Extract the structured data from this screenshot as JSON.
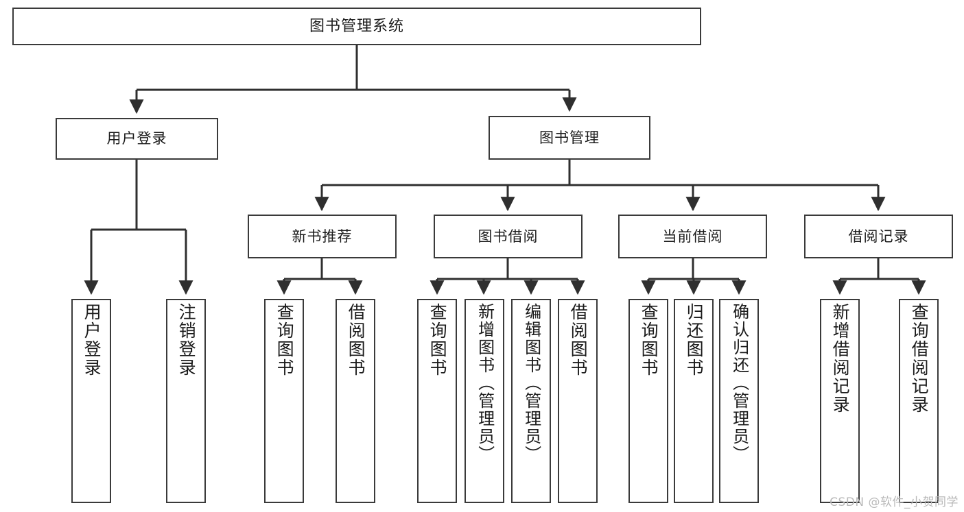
{
  "diagram": {
    "title": "图书管理系统",
    "type": "hierarchy-tree",
    "root": {
      "label": "图书管理系统"
    },
    "level2": [
      {
        "label": "用户登录"
      },
      {
        "label": "图书管理"
      }
    ],
    "level3": [
      {
        "label": "新书推荐"
      },
      {
        "label": "图书借阅"
      },
      {
        "label": "当前借阅"
      },
      {
        "label": "借阅记录"
      }
    ],
    "leaves": {
      "user_login": [
        {
          "label": "用户登录"
        },
        {
          "label": "注销登录"
        }
      ],
      "new_book_recommend": [
        {
          "label": "查询图书"
        },
        {
          "label": "借阅图书"
        }
      ],
      "book_borrow": [
        {
          "label": "查询图书"
        },
        {
          "label": "新增图书（管理员）"
        },
        {
          "label": "编辑图书（管理员）"
        },
        {
          "label": "借阅图书"
        }
      ],
      "current_borrow": [
        {
          "label": "查询图书"
        },
        {
          "label": "归还图书"
        },
        {
          "label": "确认归还（管理员）"
        }
      ],
      "borrow_record": [
        {
          "label": "新增借阅记录"
        },
        {
          "label": "查询借阅记录"
        }
      ]
    }
  },
  "watermark": {
    "text": "CSDN @软件_小贺同学"
  },
  "colors": {
    "border": "#3a3a3a",
    "line": "#2f2f2f",
    "background": "#ffffff",
    "text": "#1b1b1b",
    "watermark": "#b9b9b9"
  }
}
